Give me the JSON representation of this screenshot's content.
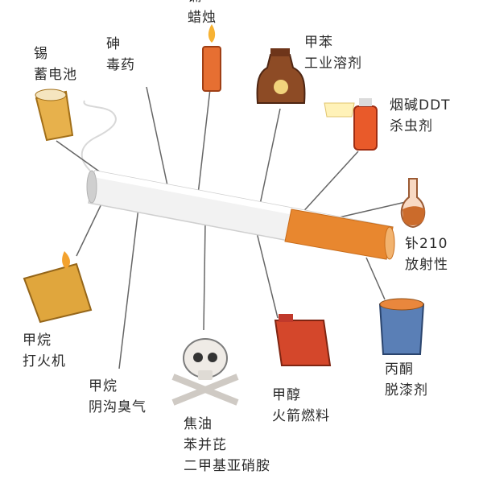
{
  "items": {
    "tin": {
      "line1": "锡",
      "line2": "蓄电池",
      "icon": "battery-cup-icon"
    },
    "arsenic": {
      "line1": "砷",
      "line2": "毒药"
    },
    "cadmium": {
      "line1": "镉",
      "line2": "蜡烛",
      "icon": "candle-icon"
    },
    "toluene": {
      "line1": "甲苯",
      "line2": "工业溶剂",
      "icon": "poison-bottle-icon"
    },
    "ddt": {
      "line1": "烟碱DDT",
      "line2": "杀虫剂",
      "icon": "insecticide-spray-icon"
    },
    "polonium": {
      "line1": "钋210",
      "line2": "放射性",
      "icon": "flask-icon"
    },
    "methane_lighter": {
      "line1": "甲烷",
      "line2": "打火机",
      "icon": "lighter-icon"
    },
    "methane_sewer": {
      "line1": "甲烷",
      "line2": "阴沟臭气"
    },
    "tar": {
      "line1": "焦油",
      "line2": "苯并芘",
      "line3": "二甲基亚硝胺",
      "icon": "skull-crossbones-icon"
    },
    "methanol": {
      "line1": "甲醇",
      "line2": "火箭燃料",
      "icon": "fuel-can-icon"
    },
    "acetone": {
      "line1": "丙酮",
      "line2": "脱漆剂",
      "icon": "paint-can-icon"
    }
  },
  "colors": {
    "filter": "#e8872f",
    "paper": "#f4f4f4",
    "line": "#555555"
  }
}
